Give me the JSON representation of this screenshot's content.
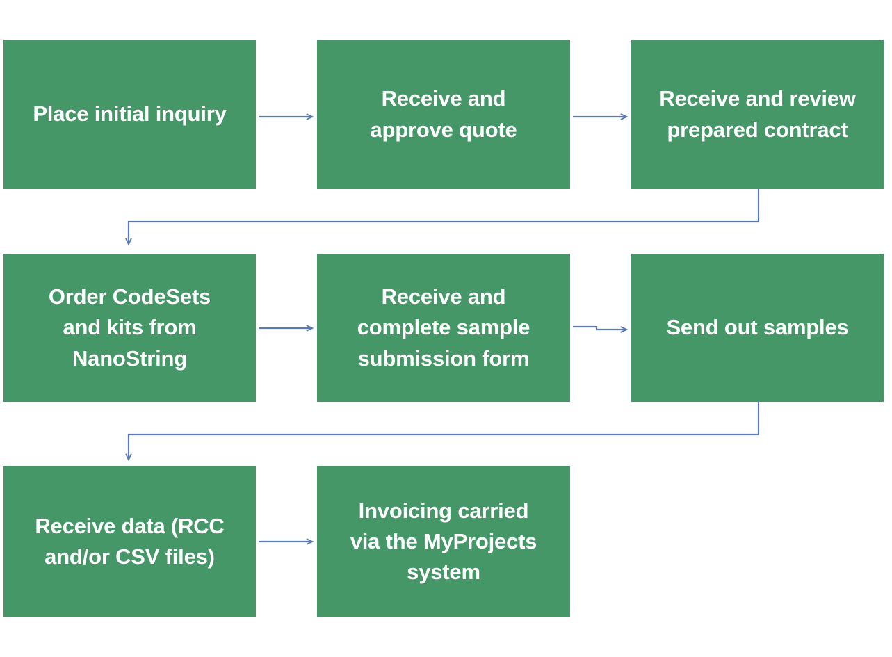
{
  "diagram": {
    "title": "NanoString service process flowchart",
    "colors": {
      "box_fill": "#459768",
      "box_text": "#ffffff",
      "connector": "#5b7bb4",
      "background": "#ffffff"
    },
    "nodes": [
      {
        "id": "n1",
        "label": "Place initial inquiry",
        "row": 1,
        "col": "a"
      },
      {
        "id": "n2",
        "label": "Receive and\napprove quote",
        "row": 1,
        "col": "b"
      },
      {
        "id": "n3",
        "label": "Receive and review\nprepared contract",
        "row": 1,
        "col": "c"
      },
      {
        "id": "n4",
        "label": "Order CodeSets\nand kits from\nNanoString",
        "row": 2,
        "col": "a"
      },
      {
        "id": "n5",
        "label": "Receive and\ncomplete sample\nsubmission form",
        "row": 2,
        "col": "b"
      },
      {
        "id": "n6",
        "label": "Send out samples",
        "row": 2,
        "col": "c"
      },
      {
        "id": "n7",
        "label": "Receive data (RCC\nand/or CSV files)",
        "row": 3,
        "col": "a"
      },
      {
        "id": "n8",
        "label": "Invoicing carried\nvia the MyProjects\nsystem",
        "row": 3,
        "col": "b"
      }
    ],
    "edges": [
      {
        "id": "e1",
        "from": "n1",
        "to": "n2",
        "kind": "straight-right"
      },
      {
        "id": "e2",
        "from": "n2",
        "to": "n3",
        "kind": "straight-right"
      },
      {
        "id": "e3",
        "from": "n3",
        "to": "n4",
        "kind": "wrap-down-left"
      },
      {
        "id": "e4",
        "from": "n4",
        "to": "n5",
        "kind": "straight-right"
      },
      {
        "id": "e5",
        "from": "n5",
        "to": "n6",
        "kind": "straight-right"
      },
      {
        "id": "e6",
        "from": "n6",
        "to": "n7",
        "kind": "wrap-down-left"
      },
      {
        "id": "e7",
        "from": "n7",
        "to": "n8",
        "kind": "straight-right"
      }
    ]
  }
}
